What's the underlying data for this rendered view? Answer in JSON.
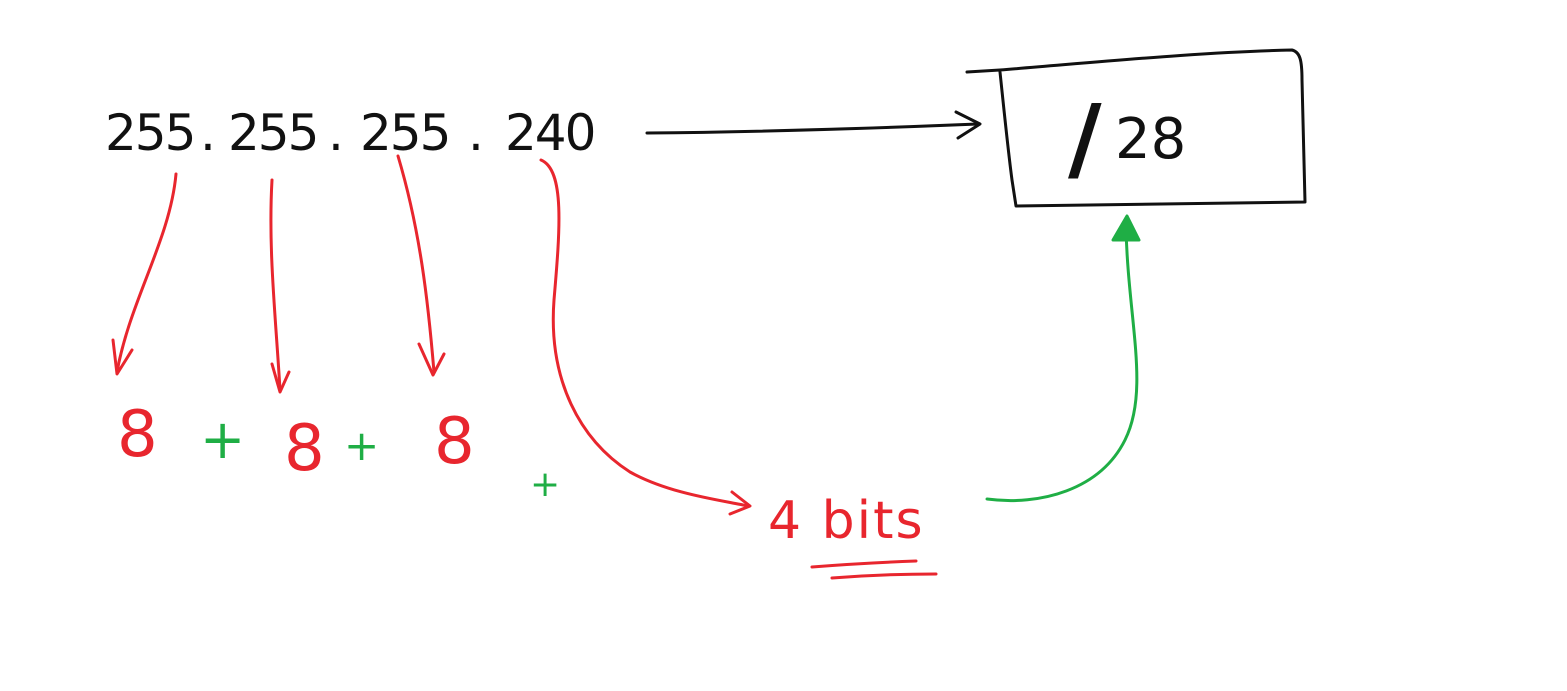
{
  "colors": {
    "black": "#111111",
    "red": "#e8262e",
    "green": "#1fae45"
  },
  "mask": {
    "octets": [
      "255",
      "255",
      "255",
      "240"
    ],
    "separator": "."
  },
  "bits": {
    "octet_bits": [
      "8",
      "8",
      "8"
    ],
    "plus": "+",
    "last_bits": "4 bits"
  },
  "result": {
    "slash": "/",
    "prefix": "28"
  }
}
